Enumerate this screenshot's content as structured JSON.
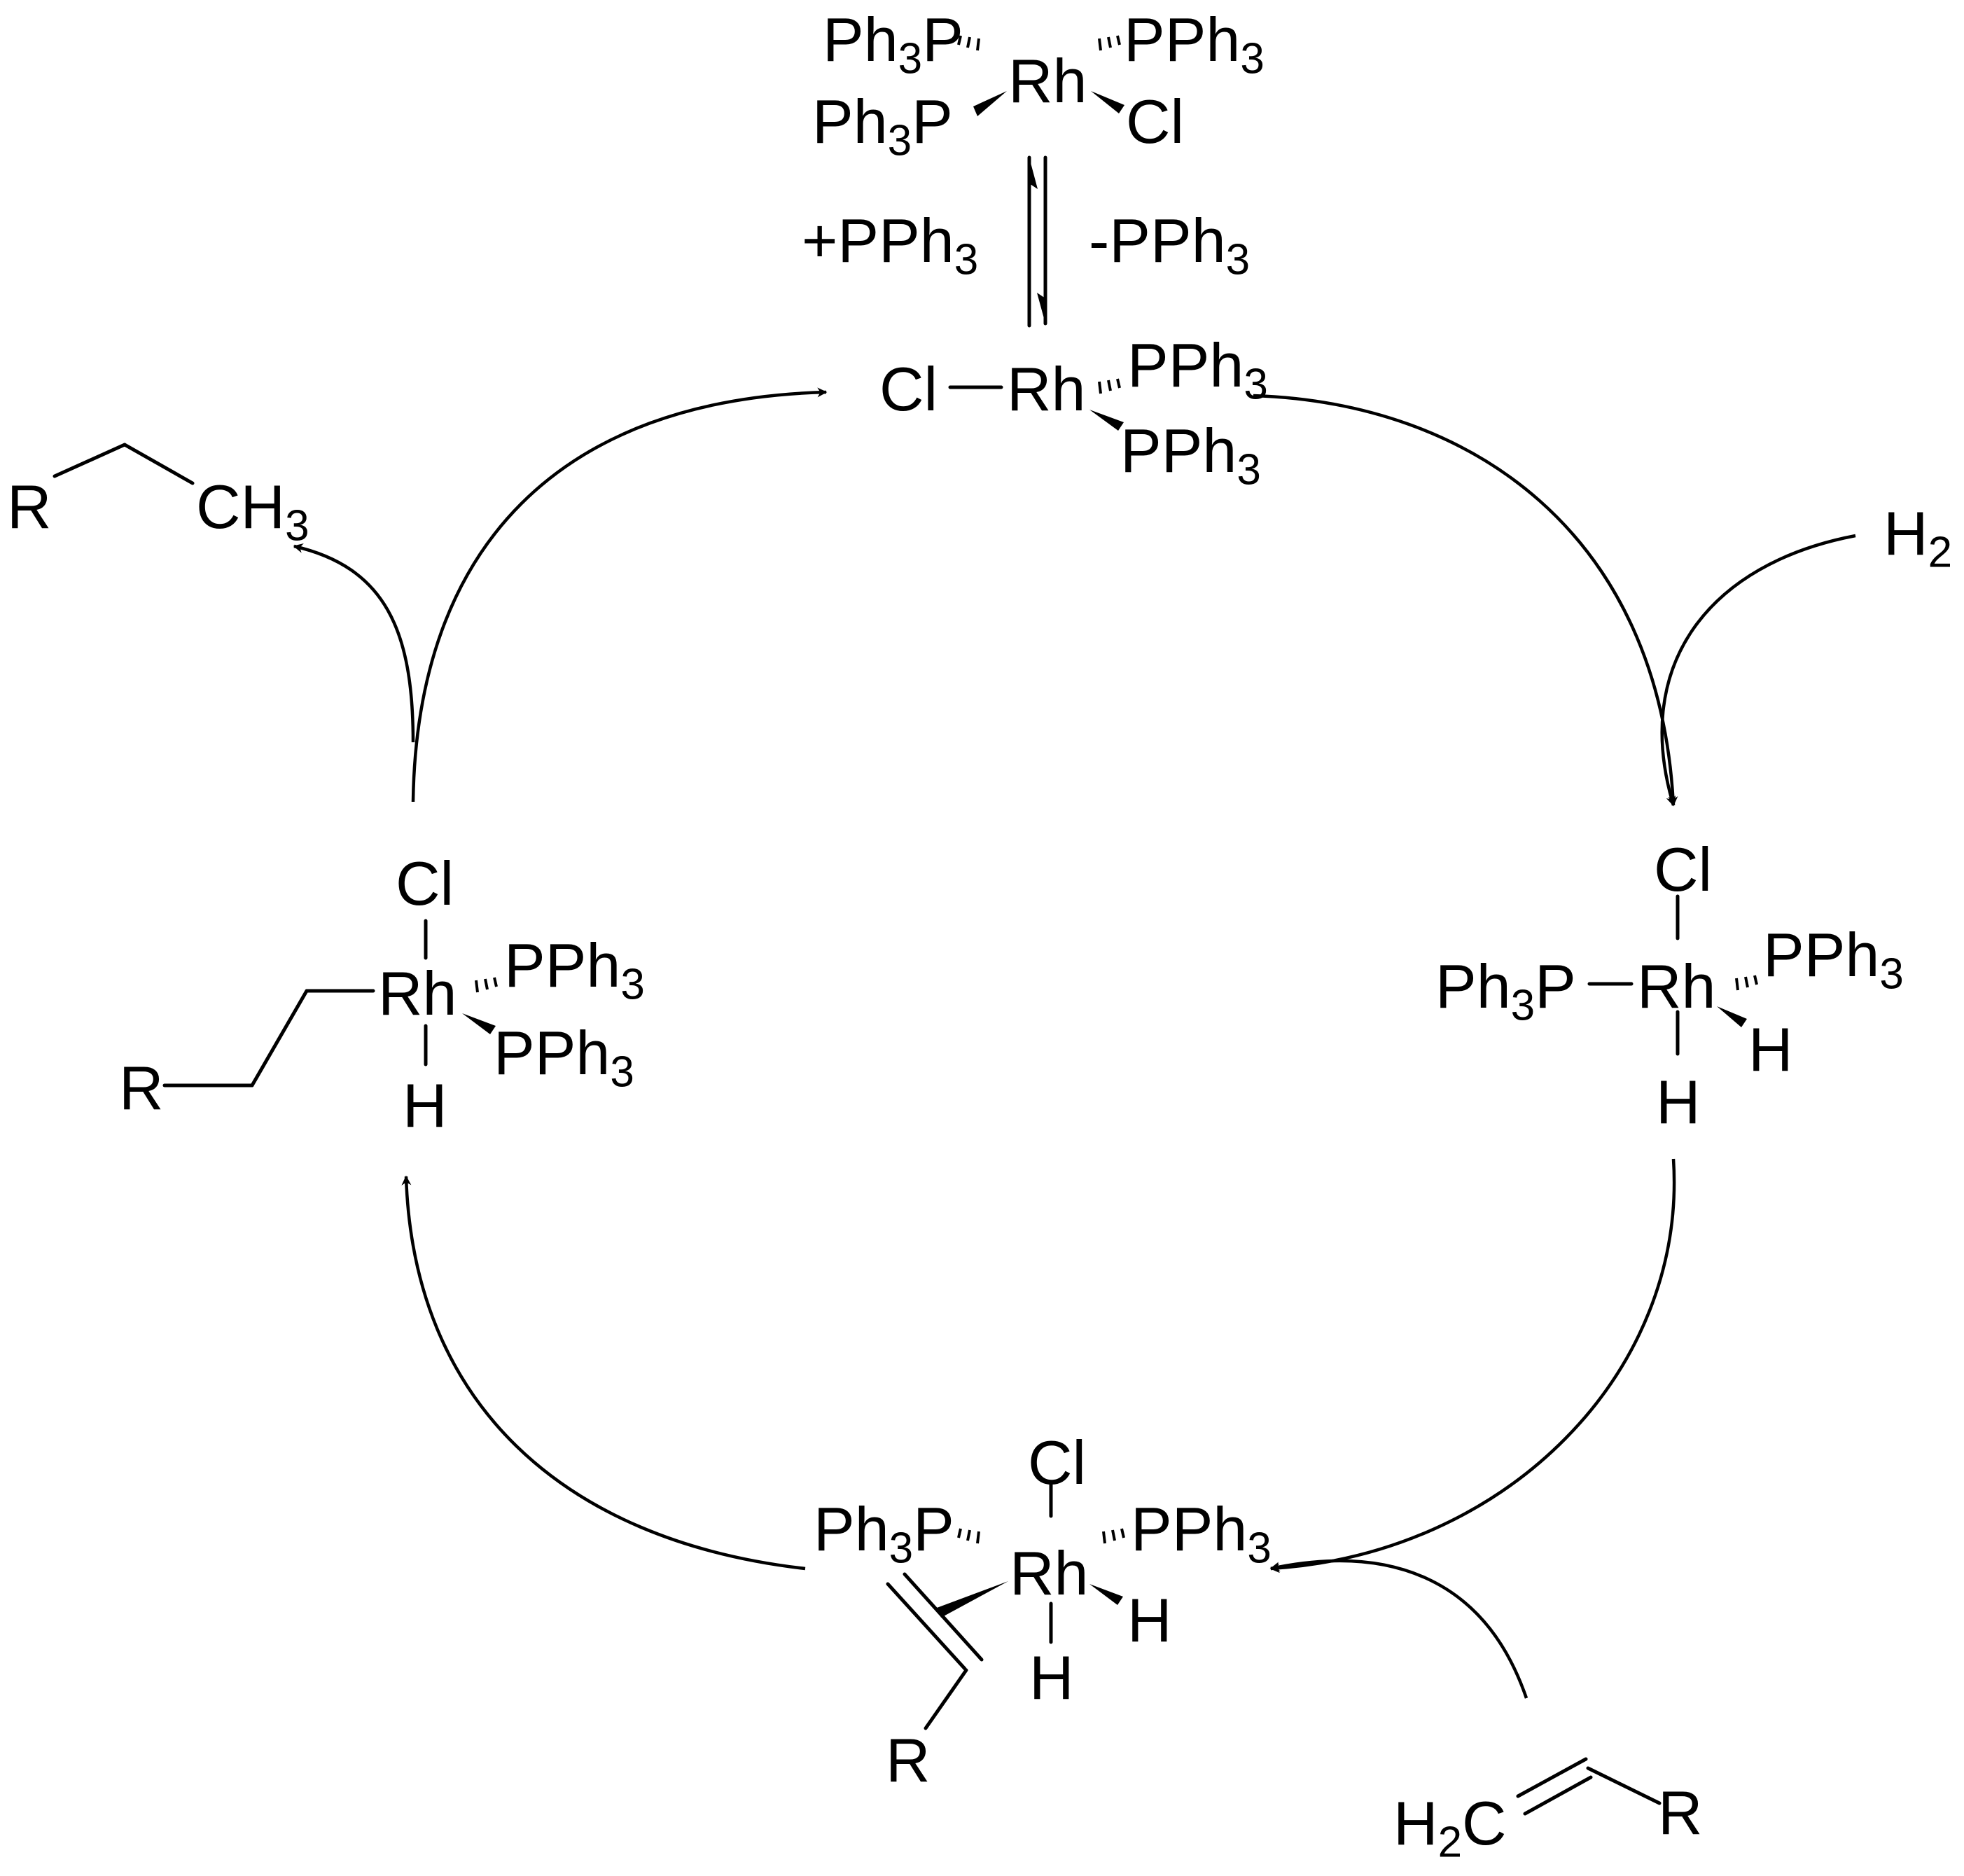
{
  "species": {
    "wilkinson": {
      "tl": "Ph3P",
      "tr": "PPh3",
      "center": "Rh",
      "bl": "Ph3P",
      "br": "Cl"
    },
    "equilibrium": {
      "left": "+PPh3",
      "right": "-PPh3"
    },
    "rhcl_pph3_2": {
      "cl": "Cl",
      "center": "Rh",
      "p1": "PPh3",
      "p2": "PPh3"
    },
    "dihydride": {
      "cl": "Cl",
      "pl": "Ph3P",
      "center": "Rh",
      "pr": "PPh3",
      "h1": "H",
      "h2": "H"
    },
    "alkene_complex": {
      "cl": "Cl",
      "pl": "Ph3P",
      "center": "Rh",
      "pr": "PPh3",
      "h1": "H",
      "h2": "H",
      "r": "R"
    },
    "alkyl_hydride": {
      "cl": "Cl",
      "center": "Rh",
      "p1": "PPh3",
      "p2": "PPh3",
      "h": "H",
      "r": "R"
    }
  },
  "reagents": {
    "h2": "H2",
    "alkene_h2c": "H2C",
    "alkene_r": "R"
  },
  "product": {
    "r": "R",
    "ch3": "CH3"
  },
  "colors": {
    "ink": "#000000",
    "background": "#ffffff"
  }
}
